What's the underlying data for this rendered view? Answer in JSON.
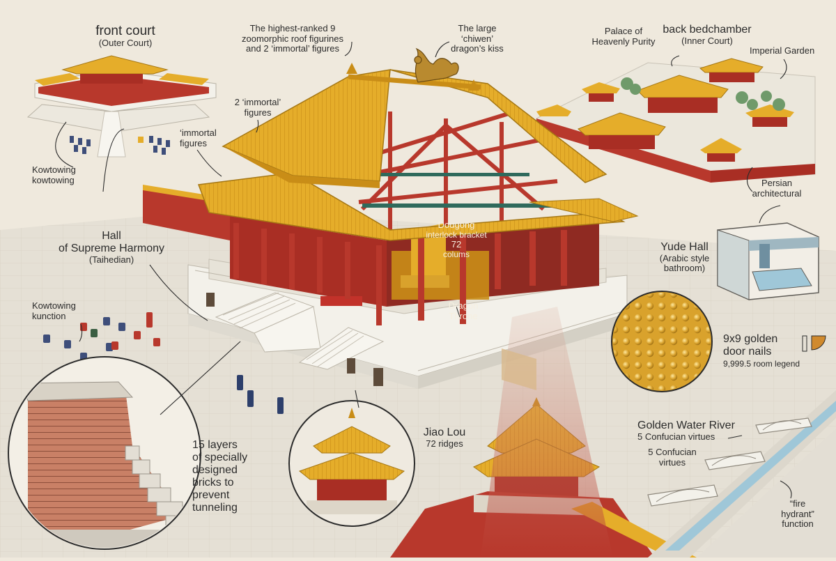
{
  "colors": {
    "paper": "#efe9dd",
    "roof_gold": "#e5ad2a",
    "roof_shadow": "#c98d17",
    "wall_red": "#b8382c",
    "column_red": "#a92e24",
    "marble": "#f3f1ea",
    "ink": "#2b2b2b",
    "water": "#9fc7d8"
  },
  "labels": {
    "front_court": {
      "line1": "front court",
      "line2": "(Outer Court)"
    },
    "roof_figures": {
      "line1": "The highest-ranked 9",
      "line2": "zoomorphic roof figurines",
      "line3": "and 2 ‘immortal’ figures"
    },
    "chiwen": {
      "line1": "The large",
      "line2": "‘chiwen’",
      "line3": "dragon’s kiss"
    },
    "palace_heavenly": {
      "line1": "Palace of",
      "line2": "Heavenly Purity"
    },
    "back_bedchamber": {
      "line1": "back bedchamber",
      "line2": "(Inner Court)"
    },
    "imperial_garden": {
      "line1": "Imperial Garden"
    },
    "immortal_2": {
      "line1": "2 ‘immortal’",
      "line2": "figures"
    },
    "immortal_figs": {
      "line1": "‘immortal",
      "line2": "figures"
    },
    "kowtow_top": {
      "line1": "Kowtowing",
      "line2": "kowtowing"
    },
    "persian": {
      "line1": "Persian",
      "line2": "architectural"
    },
    "hall": {
      "line1": "Hall",
      "line2": "of Supreme Harmony",
      "line3": "(Taihedian)"
    },
    "dougong": {
      "line1": "Dougong",
      "line2": "interlock bracket",
      "line3": "72",
      "line4": "colums"
    },
    "yude": {
      "line1": "Yude Hall",
      "line2": "(Arabic style",
      "line3": "bathroom)"
    },
    "kowtow_bottom": {
      "line1": "Kowtowing",
      "line2": "kunction"
    },
    "dragon_throne": {
      "line1": "Dragon",
      "line2": "Throne"
    },
    "nails": {
      "line1": "9x9 golden",
      "line2": "door nails",
      "line3": "9,999.5 room legend"
    },
    "water_river": {
      "line1": "Golden Water River",
      "line2": "5 Confucian virtues"
    },
    "virtues": {
      "line1": "5 Confucian",
      "line2": "virtues"
    },
    "jiao_lou": {
      "line1": "Jiao Lou",
      "line2": "72 ridges"
    },
    "bricks": {
      "line1": "15 layers",
      "line2": "of specially",
      "line3": "designed",
      "line4": "bricks to",
      "line5": "prevent",
      "line6": "tunneling"
    },
    "fire": {
      "line1": "“fire",
      "line2": "hydrant”",
      "line3": "function"
    }
  }
}
